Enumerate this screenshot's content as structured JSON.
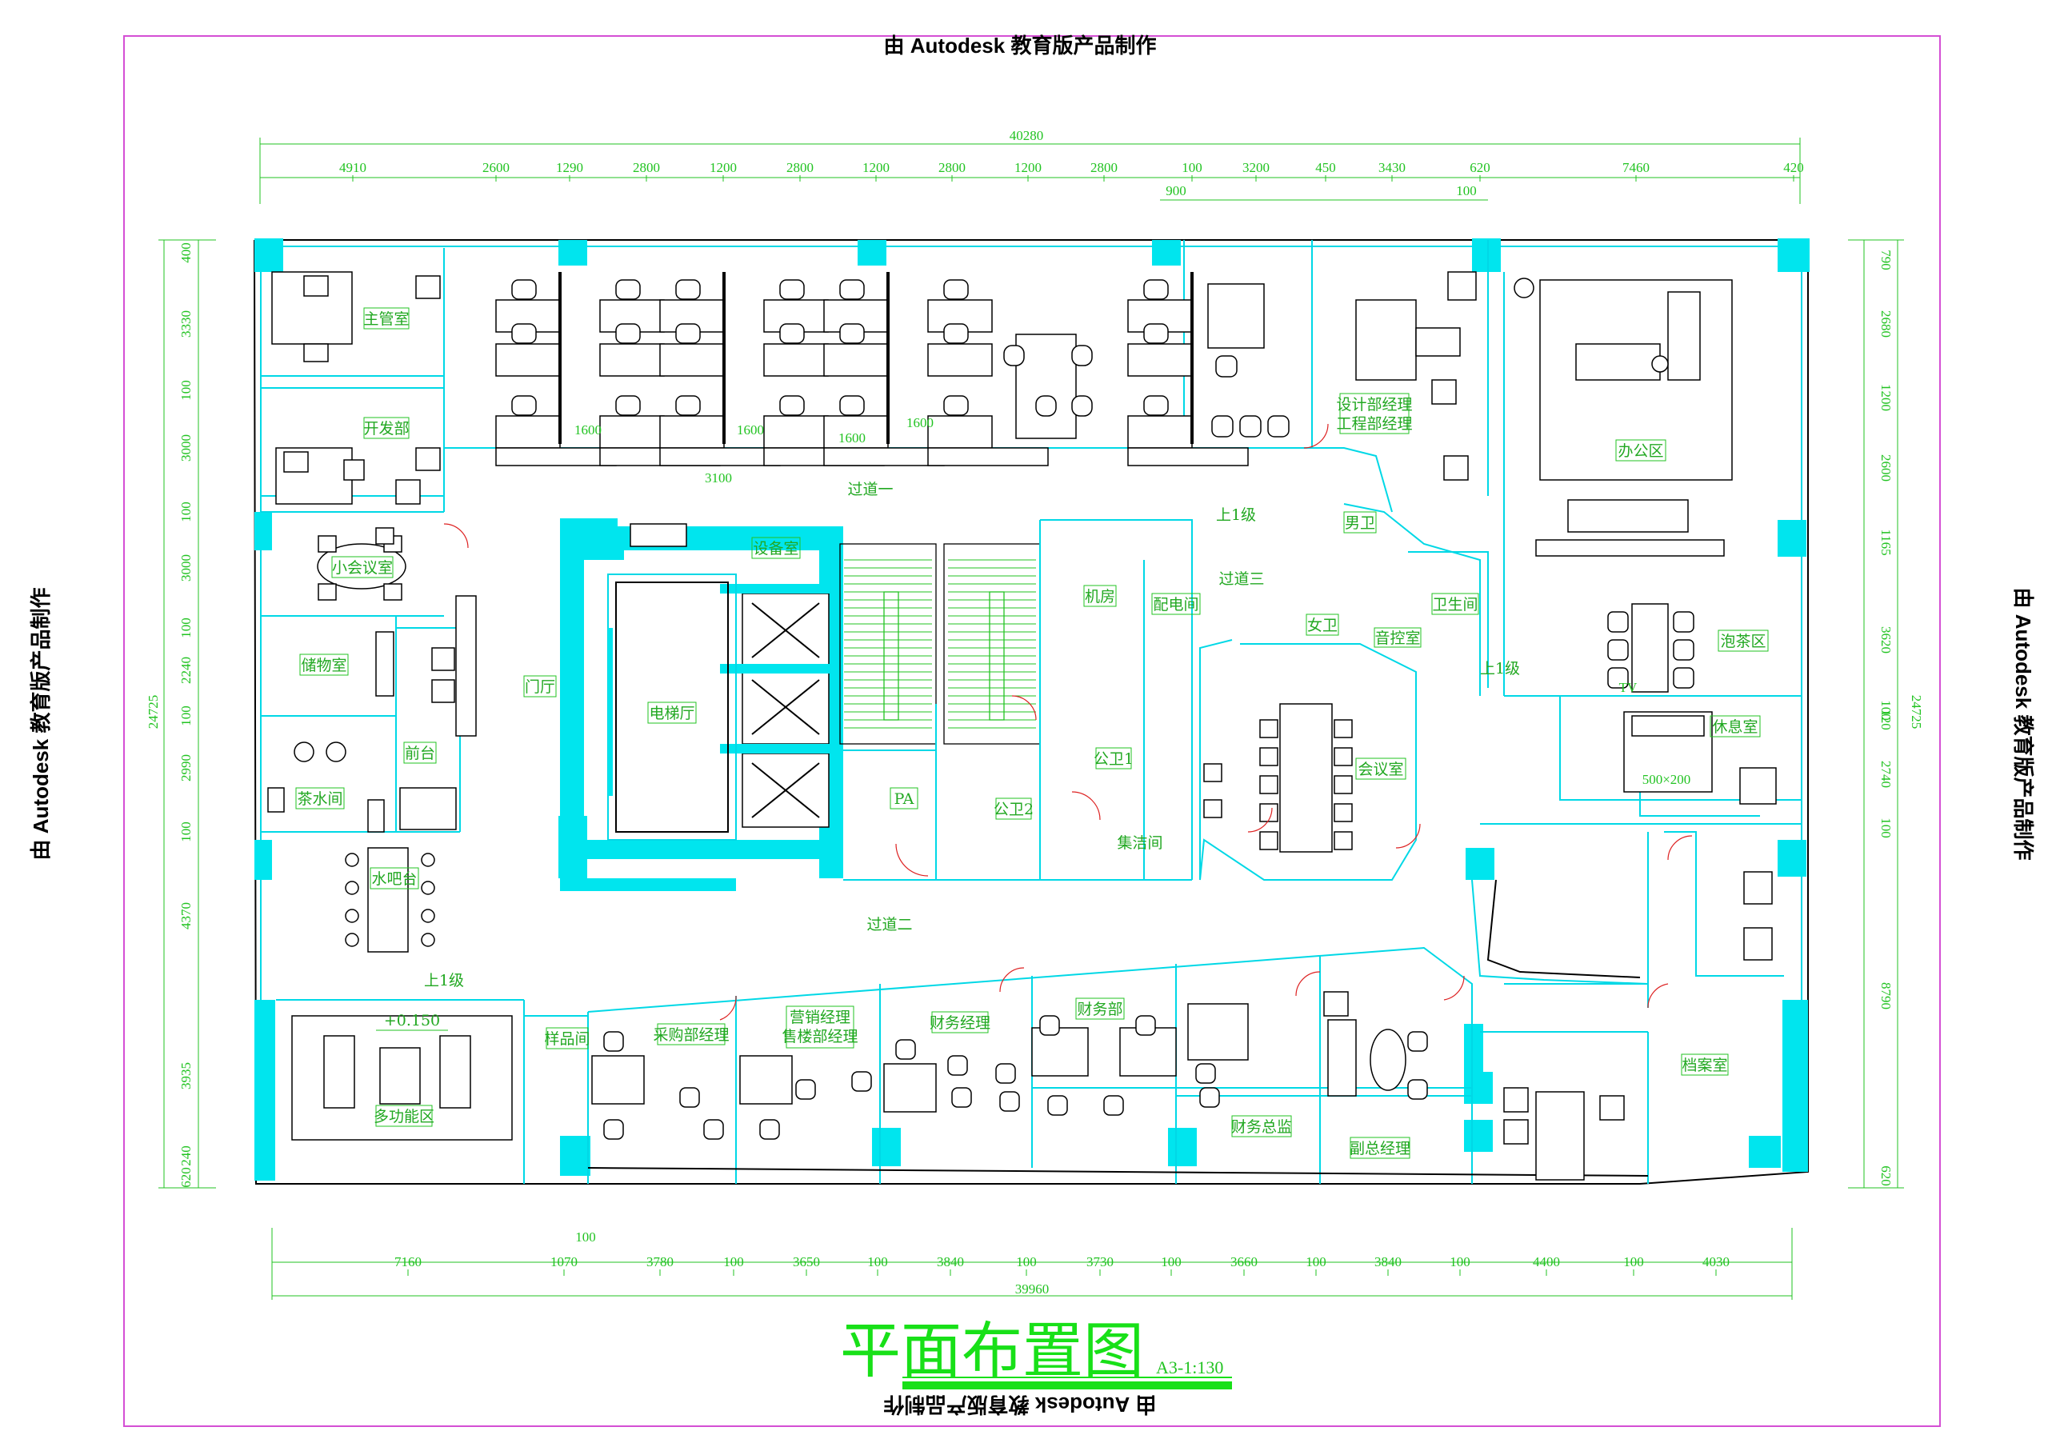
{
  "watermark": "由 Autodesk 教育版产品制作",
  "title": "平面布置图",
  "scale": "A3-1:130",
  "dimensions": {
    "top_total": "40280",
    "top": [
      "4910",
      "2600",
      "1290",
      "2800",
      "1200",
      "2800",
      "1200",
      "2800",
      "1200",
      "2800",
      "100",
      "3200",
      "450",
      "3430",
      "620",
      "7460",
      "420"
    ],
    "top_sub": [
      "900",
      "100"
    ],
    "bottom_total": "39960",
    "bottom": [
      "7160",
      "1070",
      "3780",
      "100",
      "3650",
      "100",
      "3840",
      "100",
      "3730",
      "100",
      "3660",
      "100",
      "3840",
      "100",
      "4400",
      "100",
      "4030"
    ],
    "bottom_sub": "100",
    "left_total": "24725",
    "left": [
      "400",
      "3330",
      "100",
      "3000",
      "100",
      "3000",
      "100",
      "2240",
      "100",
      "2990",
      "100",
      "4370",
      "3935",
      "240",
      "620"
    ],
    "right_total": "24725",
    "right": [
      "790",
      "2680",
      "1200",
      "2600",
      "1165",
      "3620",
      "100",
      "120",
      "2740",
      "100",
      "8790",
      "620"
    ]
  },
  "rooms": {
    "supervisor": "主管室",
    "development": "开发部",
    "small_meeting": "小会议室",
    "storage": "储物室",
    "front_desk": "前台",
    "tea_room": "茶水间",
    "water_bar": "水吧台",
    "lobby": "门厅",
    "elevator_hall": "电梯厅",
    "equipment": "设备室",
    "machine_room": "机房",
    "power_room": "配电间",
    "pa": "PA",
    "public_wc1": "公卫1",
    "public_wc2": "公卫2",
    "janitor": "集洁间",
    "design_manager": "设计部经理",
    "engineering_manager": "工程部经理",
    "office": "办公区",
    "male_wc": "男卫",
    "female_wc": "女卫",
    "av_room": "音控室",
    "washroom": "卫生间",
    "tea_area": "泡茶区",
    "meeting": "会议室",
    "rest_room": "休息室",
    "multi_function": "多功能区",
    "sample_room": "样品间",
    "purchasing_manager": "采购部经理",
    "marketing_manager": "营销经理",
    "sales_manager": "售楼部经理",
    "finance_manager": "财务经理",
    "finance_dept": "财务部",
    "finance_director": "财务总监",
    "deputy_gm": "副总经理",
    "archive": "档案室"
  },
  "corridors": {
    "corridor1": "过道一",
    "corridor2": "过道二",
    "corridor3": "过道三"
  },
  "levels": {
    "up1_a": "上1级",
    "up1_b": "上1级",
    "up1_c": "上1级",
    "elevation": "+0.150"
  },
  "desk_dims": [
    "1600",
    "1600",
    "1600",
    "1600"
  ],
  "desk_dim_small": "3100",
  "bed_dim": "500×200",
  "tv": "TV"
}
